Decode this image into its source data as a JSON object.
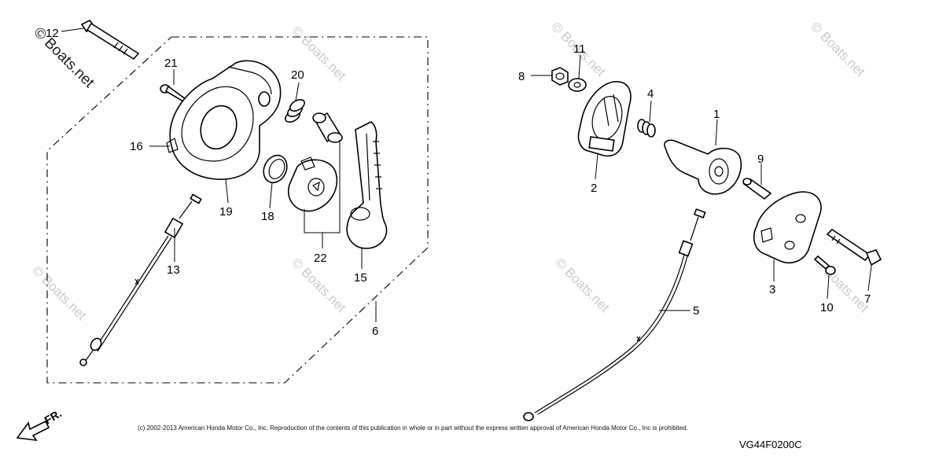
{
  "diagram": {
    "callouts": [
      {
        "id": "c12",
        "label": "12"
      },
      {
        "id": "c21",
        "label": "21"
      },
      {
        "id": "c20",
        "label": "20"
      },
      {
        "id": "c16",
        "label": "16"
      },
      {
        "id": "c19",
        "label": "19"
      },
      {
        "id": "c18",
        "label": "18"
      },
      {
        "id": "c22",
        "label": "22"
      },
      {
        "id": "c15",
        "label": "15"
      },
      {
        "id": "c13",
        "label": "13"
      },
      {
        "id": "c6",
        "label": "6"
      },
      {
        "id": "c8",
        "label": "8"
      },
      {
        "id": "c11",
        "label": "11"
      },
      {
        "id": "c4",
        "label": "4"
      },
      {
        "id": "c1",
        "label": "1"
      },
      {
        "id": "c2",
        "label": "2"
      },
      {
        "id": "c9",
        "label": "9"
      },
      {
        "id": "c3",
        "label": "3"
      },
      {
        "id": "c5",
        "label": "5"
      },
      {
        "id": "c10",
        "label": "10"
      },
      {
        "id": "c7",
        "label": "7"
      }
    ],
    "watermark": "© Boats.net",
    "copyright": "(c) 2002-2013 American Honda Motor Co., Inc. Reproduction of the contents of this publication in whole or in part without the express written approval of American Honda Motor Co., Inc is prohibited.",
    "code": "VG44F0200C",
    "direction": "FR."
  }
}
